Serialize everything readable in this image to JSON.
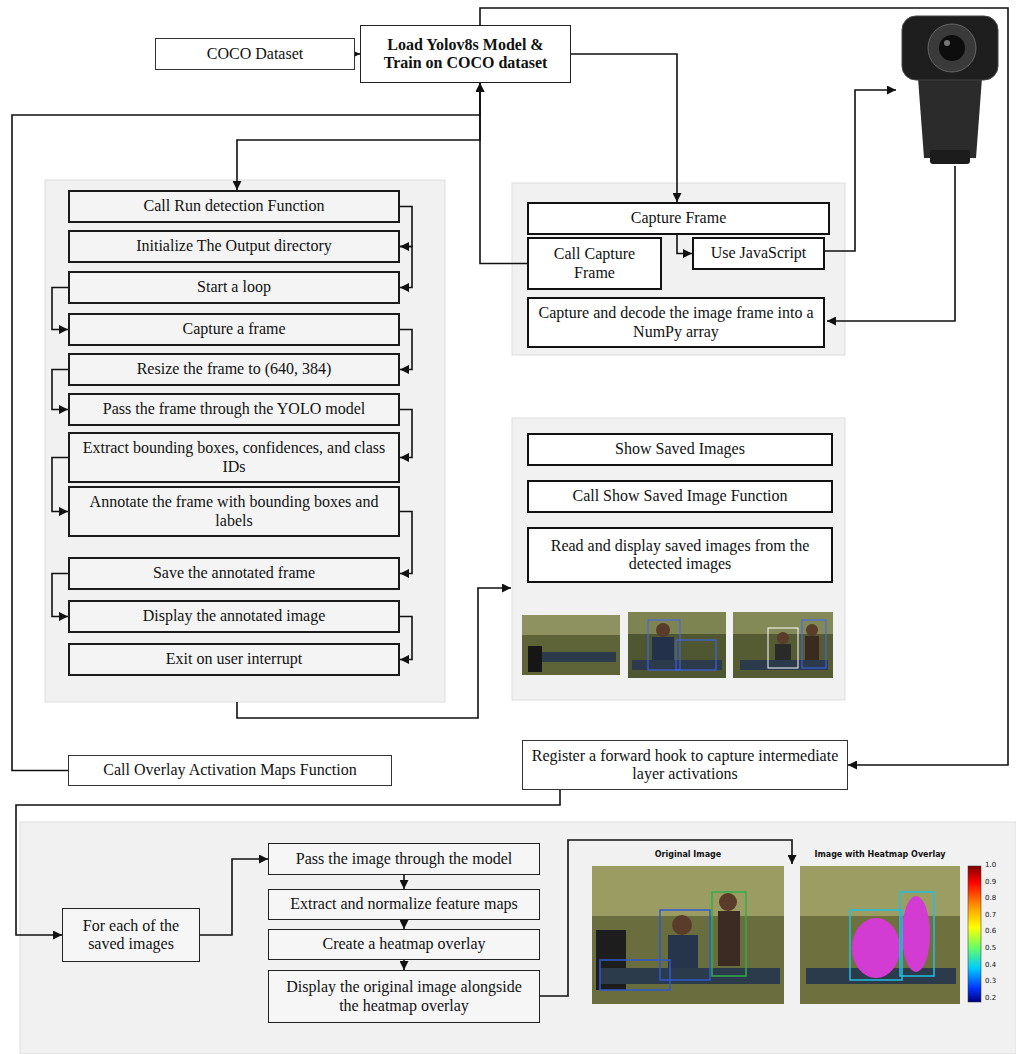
{
  "diagram": {
    "nodes": [
      {
        "text": [
          "COCO Dataset"
        ]
      },
      {
        "text": [
          "Load Yolov8s Model & Train on COCO dataset"
        ]
      },
      {
        "text": [
          "Call Run detection Function"
        ]
      },
      {
        "text": [
          "Initialize The Output directory"
        ]
      },
      {
        "text": [
          "Start a loop"
        ]
      },
      {
        "text": [
          "Capture a frame"
        ]
      },
      {
        "text": [
          "Resize the frame to (640, 384)"
        ]
      },
      {
        "text": [
          "Pass the frame through the YOLO model"
        ]
      },
      {
        "text": [
          "Extract bounding boxes, confidences, and class IDs"
        ]
      },
      {
        "text": [
          "Annotate the frame with bounding boxes and labels"
        ]
      },
      {
        "text": [
          "Save the annotated frame"
        ]
      },
      {
        "text": [
          "Display the annotated image"
        ]
      },
      {
        "text": [
          "Exit on user interrupt"
        ]
      },
      {
        "text": [
          "Capture Frame"
        ]
      },
      {
        "text": [
          "Call Capture Frame"
        ]
      },
      {
        "text": [
          "Use JavaScript"
        ]
      },
      {
        "text": [
          "Capture and decode the image frame into a NumPy array"
        ]
      },
      {
        "text": [
          "Show Saved Images"
        ]
      },
      {
        "text": [
          "Call Show Saved Image Function"
        ]
      },
      {
        "text": [
          "Read and display saved images from the detected images"
        ]
      },
      {
        "text": [
          "Call Overlay Activation Maps Function"
        ]
      },
      {
        "text": [
          "Register a forward hook to capture intermediate layer activations"
        ]
      },
      {
        "text": [
          "For each of the saved images"
        ]
      },
      {
        "text": [
          "Pass the image through the model"
        ]
      },
      {
        "text": [
          "Extract and normalize feature maps"
        ]
      },
      {
        "text": [
          "Create a heatmap overlay"
        ]
      },
      {
        "text": [
          "Display the original image alongside the heatmap overlay"
        ]
      }
    ],
    "edges": [
      {
        "from": 0,
        "to": 1,
        "arrow": "to"
      },
      {
        "from": 1,
        "to": 13,
        "arrow": "to"
      },
      {
        "from": 1,
        "to": 21,
        "arrow": "to"
      },
      {
        "from": 1,
        "to": 2,
        "arrow": "to"
      },
      {
        "from": 14,
        "to": 1,
        "arrow": "to"
      },
      {
        "from": 20,
        "to": 1,
        "arrow": "to"
      },
      {
        "from": 13,
        "to": 15,
        "arrow": "to"
      },
      {
        "from": 2,
        "to": 3,
        "arrow": "to"
      },
      {
        "from": 3,
        "to": 4,
        "arrow": "to"
      },
      {
        "from": 4,
        "to": 5,
        "arrow": "to"
      },
      {
        "from": 5,
        "to": 6,
        "arrow": "to"
      },
      {
        "from": 6,
        "to": 7,
        "arrow": "to"
      },
      {
        "from": 7,
        "to": 8,
        "arrow": "to"
      },
      {
        "from": 8,
        "to": 9,
        "arrow": "to"
      },
      {
        "from": 9,
        "to": 10,
        "arrow": "to"
      },
      {
        "from": 10,
        "to": 11,
        "arrow": "to"
      },
      {
        "from": 11,
        "to": 12,
        "arrow": "to"
      },
      {
        "from": 21,
        "to": 22,
        "arrow": "to"
      },
      {
        "from": 22,
        "to": 23,
        "arrow": "to"
      },
      {
        "from": 23,
        "to": 24,
        "arrow": "to"
      },
      {
        "from": 24,
        "to": 25,
        "arrow": "to"
      },
      {
        "from": 25,
        "to": 26,
        "arrow": "to"
      }
    ],
    "labels": [
      "Original Image",
      "Image with Heatmap Overlay",
      "1.0",
      "0.9",
      "0.8",
      "0.7",
      "0.6",
      "0.5",
      "0.4",
      "0.3",
      "0.2"
    ]
  }
}
